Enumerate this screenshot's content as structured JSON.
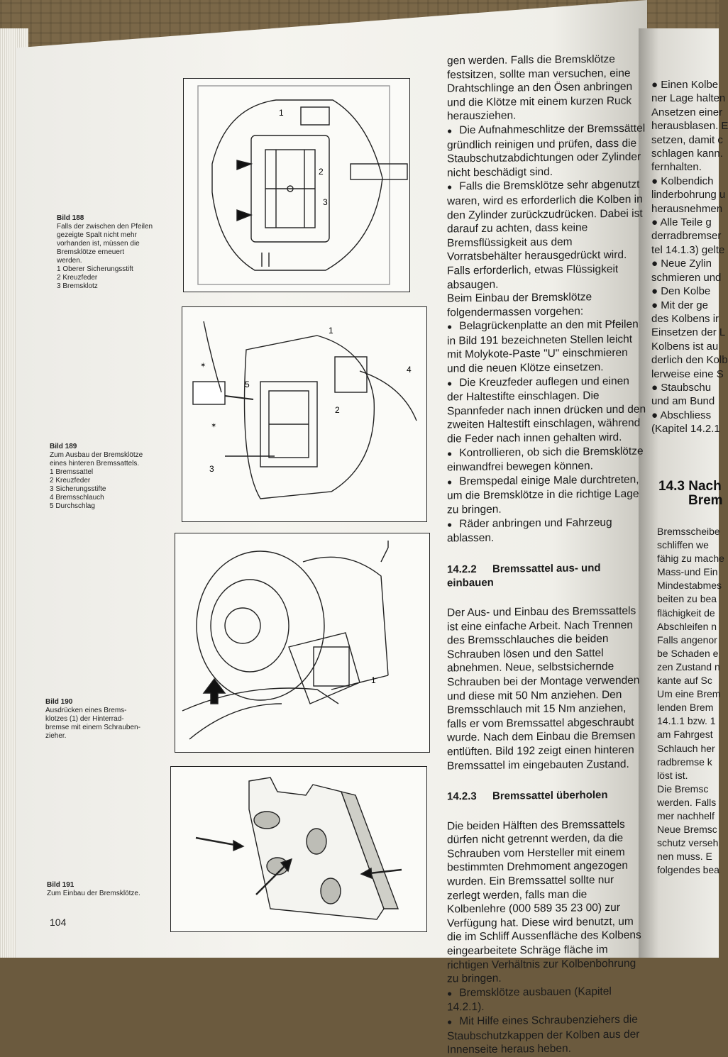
{
  "page_number": "104",
  "figures": [
    {
      "title": "Bild 188",
      "caption_lines": [
        "Falls der zwischen den Pfeilen",
        "gezeigte Spalt nicht mehr",
        "vorhanden ist, müssen die",
        "Bremsklötze erneuert",
        "werden.",
        "1 Oberer Sicherungsstift",
        "2 Kreuzfeder",
        "3 Bremsklotz"
      ],
      "callouts": [
        "1",
        "2",
        "3"
      ]
    },
    {
      "title": "Bild 189",
      "caption_lines": [
        "Zum Ausbau der Bremsklötze",
        "eines hinteren Bremssattels.",
        "1 Bremssattel",
        "2 Kreuzfeder",
        "3 Sicherungsstifte",
        "4 Bremsschlauch",
        "5 Durchschlag"
      ],
      "callouts": [
        "1",
        "2",
        "3",
        "4",
        "5"
      ]
    },
    {
      "title": "Bild 190",
      "caption_lines": [
        "Ausdrücken eines Brems-",
        "klotzes (1) der Hinterrad-",
        "bremse mit einem Schrauben-",
        "zieher."
      ],
      "callouts": [
        "1"
      ]
    },
    {
      "title": "Bild 191",
      "caption_lines": [
        "Zum Einbau der Bremsklötze."
      ],
      "callouts": []
    }
  ],
  "main_column": [
    {
      "type": "text",
      "text": "gen werden. Falls die Bremsklötze festsitzen, sollte man versuchen, eine Drahtschlinge an den Ösen anbringen und die Klötze mit einem kurzen Ruck herausziehen."
    },
    {
      "type": "bullet",
      "text": "Die Aufnahmeschlitze der Bremssättel gründlich reinigen und prüfen, dass die Staubschutzabdichtungen oder Zylinder nicht beschädigt sind."
    },
    {
      "type": "bullet",
      "text": "Falls die Bremsklötze sehr abgenutzt waren, wird es erforderlich die Kolben in den Zylinder zurückzudrücken. Dabei ist darauf zu achten, dass keine Bremsflüssigkeit aus dem Vorratsbehälter herausgedrückt wird. Falls erforderlich, etwas Flüssigkeit absaugen."
    },
    {
      "type": "text",
      "text": "Beim Einbau der Bremsklötze folgendermassen vorgehen:"
    },
    {
      "type": "bullet",
      "text": "Belagrückenplatte an den mit Pfeilen in Bild 191 bezeichneten Stellen leicht mit Molykote-Paste \"U\" einschmieren und die neuen Klötze einsetzen."
    },
    {
      "type": "bullet",
      "text": "Die Kreuzfeder auflegen und einen der Haltestifte einschlagen. Die Spannfeder nach innen drücken und den zweiten Haltestift einschlagen, während die Feder nach innen gehalten wird."
    },
    {
      "type": "bullet",
      "text": "Kontrollieren, ob sich die Bremsklötze einwandfrei bewegen können."
    },
    {
      "type": "bullet",
      "text": "Bremspedal einige Male durchtreten, um die Bremsklötze in die richtige Lage zu bringen."
    },
    {
      "type": "bullet",
      "text": "Räder anbringen und Fahrzeug ablassen."
    },
    {
      "type": "heading",
      "num": "14.2.2",
      "text": "Bremssattel aus- und einbauen"
    },
    {
      "type": "text",
      "text": "Der Aus- und Einbau des Bremssattels ist eine einfache Arbeit. Nach Trennen des Bremsschlauches die beiden Schrauben lösen und den Sattel abnehmen. Neue, selbstsichernde Schrauben bei der Montage verwenden und diese mit 50 Nm anziehen. Den Bremsschlauch mit 15 Nm anziehen, falls er vom Bremssattel abgeschraubt wurde. Nach dem Einbau die Bremsen entlüften. Bild 192 zeigt einen hinteren Bremssattel im eingebauten Zustand."
    },
    {
      "type": "heading",
      "num": "14.2.3",
      "text": "Bremssattel überholen"
    },
    {
      "type": "text",
      "text": "Die beiden Hälften des Bremssattels dürfen nicht getrennt werden, da die Schrauben vom Hersteller mit einem bestimmten Drehmoment angezogen wurden. Ein Bremssattel sollte nur zerlegt werden, falls man die Kolbenlehre (000 589 35 23 00) zur Verfügung hat. Diese wird benutzt, um die im Schliff Aussenfläche des Kolbens eingearbeitete Schräge fläche im richtigen Verhältnis zur Kolbenbohrung zu bringen."
    },
    {
      "type": "bullet",
      "text": "Bremsklötze ausbauen (Kapitel 14.2.1)."
    },
    {
      "type": "bullet",
      "text": "Mit Hilfe eines Schraubenziehers die Staubschutzkappen der Kolben aus der Innenseite heraus heben."
    }
  ],
  "right_column_lines": [
    "● Einen Kolbe",
    "ner Lage halten",
    "Ansetzen einer",
    "herausblasen. E",
    "setzen, damit c",
    "schlagen kann.",
    "fernhalten.",
    "● Kolbendich",
    "linderbohrung u",
    "herausnehmen",
    "● Alle Teile g",
    "derradbremser",
    "tel 14.1.3) gelte",
    "● Neue Zylin",
    "schmieren und",
    "● Den Kolbe",
    "● Mit der ge",
    "des Kolbens ir",
    "Einsetzen der L",
    "Kolbens ist au",
    "derlich den Kolb",
    "lerweise eine S",
    "● Staubschu",
    "und am Bund",
    "● Abschliess",
    "(Kapitel 14.2.1"
  ],
  "right_section": {
    "num": "14.3",
    "title_line1": "Nach",
    "title_line2": "Brem"
  },
  "right_column2_lines": [
    "Bremsscheibe",
    "schliffen we",
    "fähig zu mache",
    "Mass-und Ein",
    "Mindestabmes",
    "beiten zu bea",
    "flächigkeit de",
    "Abschleifen n",
    "Falls angenor",
    "be Schaden e",
    "zen Zustand n",
    "kante auf Sc",
    "Um eine Brem",
    "lenden Brem",
    "14.1.1 bzw. 1",
    "am Fahrgest",
    "Schlauch her",
    "radbremse k",
    "löst ist.",
    "Die Bremsc",
    "werden. Falls",
    "mer nachhelf",
    "Neue Bremsc",
    "schutz verseh",
    "nen muss. E",
    "folgendes bea"
  ]
}
